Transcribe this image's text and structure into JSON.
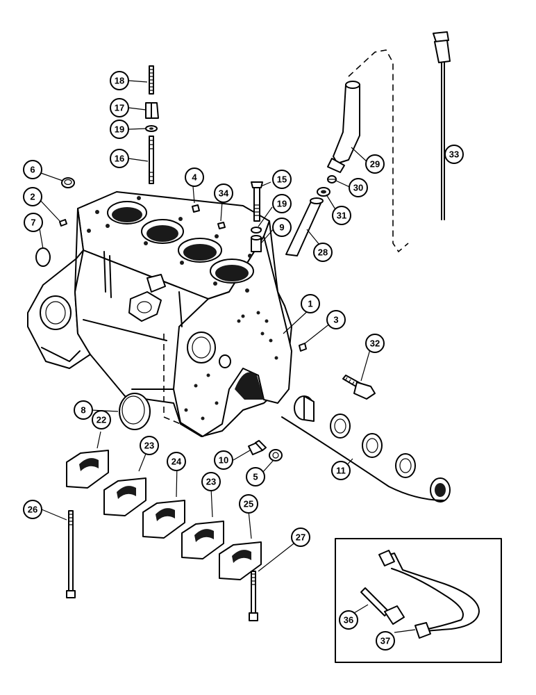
{
  "title": "",
  "callouts": [
    {
      "id": "c1",
      "label": "1"
    },
    {
      "id": "c2",
      "label": "2"
    },
    {
      "id": "c3",
      "label": "3"
    },
    {
      "id": "c4",
      "label": "4"
    },
    {
      "id": "c5",
      "label": "5"
    },
    {
      "id": "c6",
      "label": "6"
    },
    {
      "id": "c7",
      "label": "7"
    },
    {
      "id": "c8",
      "label": "8"
    },
    {
      "id": "c9",
      "label": "9"
    },
    {
      "id": "c10",
      "label": "10"
    },
    {
      "id": "c11",
      "label": "11"
    },
    {
      "id": "c15",
      "label": "15"
    },
    {
      "id": "c16",
      "label": "16"
    },
    {
      "id": "c17",
      "label": "17"
    },
    {
      "id": "c18",
      "label": "18"
    },
    {
      "id": "c19a",
      "label": "19"
    },
    {
      "id": "c19b",
      "label": "19"
    },
    {
      "id": "c22",
      "label": "22"
    },
    {
      "id": "c23a",
      "label": "23"
    },
    {
      "id": "c23b",
      "label": "23"
    },
    {
      "id": "c24",
      "label": "24"
    },
    {
      "id": "c25",
      "label": "25"
    },
    {
      "id": "c26",
      "label": "26"
    },
    {
      "id": "c27",
      "label": "27"
    },
    {
      "id": "c28",
      "label": "28"
    },
    {
      "id": "c29",
      "label": "29"
    },
    {
      "id": "c30",
      "label": "30"
    },
    {
      "id": "c31",
      "label": "31"
    },
    {
      "id": "c32",
      "label": "32"
    },
    {
      "id": "c33",
      "label": "33"
    },
    {
      "id": "c34",
      "label": "34"
    },
    {
      "id": "c36",
      "label": "36"
    },
    {
      "id": "c37",
      "label": "37"
    }
  ],
  "parts": {
    "engine_block": "cylinder block",
    "main_bearing_caps": [
      "22",
      "23",
      "24",
      "23",
      "25"
    ],
    "camshaft_bushings": "11",
    "heater_kit_inset": [
      "36",
      "37"
    ]
  }
}
